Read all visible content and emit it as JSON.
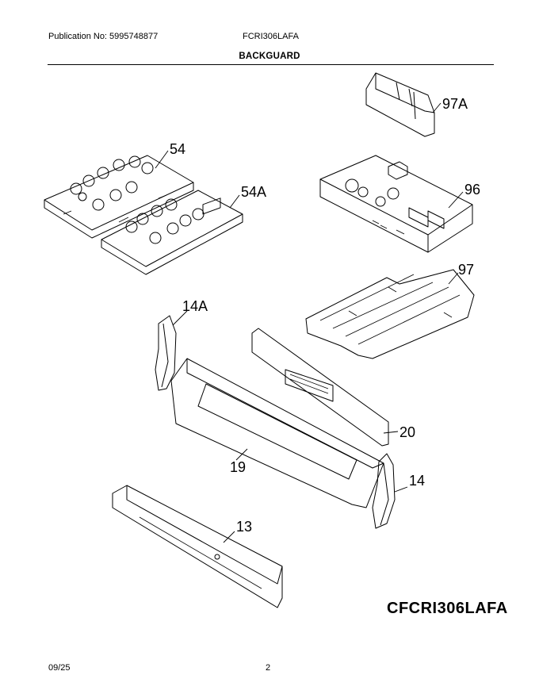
{
  "header": {
    "publication": "Publication No: 5995748877",
    "model": "FCRI306LAFA",
    "section_title": "BACKGUARD"
  },
  "parts": [
    {
      "ref": "97A"
    },
    {
      "ref": "54"
    },
    {
      "ref": "54A"
    },
    {
      "ref": "96"
    },
    {
      "ref": "97"
    },
    {
      "ref": "14A"
    },
    {
      "ref": "20"
    },
    {
      "ref": "19"
    },
    {
      "ref": "14"
    },
    {
      "ref": "13"
    }
  ],
  "diagram_code": "CFCRI306LAFA",
  "footer": {
    "date": "09/25",
    "page": "2"
  }
}
